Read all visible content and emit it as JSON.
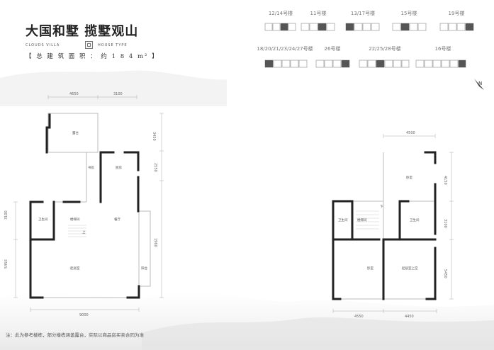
{
  "title": "大国和墅  揽墅观山",
  "subtitle_left": "CLOUDS VILLA",
  "subtitle_right": "HOUSE TYPE",
  "area_text": "【 总 建 筑 面 积 ： 约 1 8 4 m² 】",
  "buildings_row1": [
    "12/14号楼",
    "11号楼",
    "13/17号楼",
    "15号楼",
    "19号楼"
  ],
  "buildings_row2": [
    "18/20/21/23/24/27号楼",
    "26号楼",
    "22/25/28号楼",
    "16号楼"
  ],
  "compass_label": "N",
  "plan_left": {
    "dims_top": [
      "4650",
      "3100"
    ],
    "dims_right": [
      "3450",
      "2550",
      "1960"
    ],
    "dims_left": [
      "3100",
      "5450"
    ],
    "dim_bottom": "9000",
    "rooms": {
      "terrace": "露台",
      "study": "书房",
      "kitchen": "厨房",
      "bath": "卫生间",
      "stair": "楼梯间",
      "dining": "餐厅",
      "up": "上",
      "living": "起居室",
      "balcony": "阳台"
    }
  },
  "plan_right": {
    "dim_top": "4500",
    "dims_right": [
      "4150",
      "3100",
      "5450"
    ],
    "dims_bottom": [
      "4550",
      "4450"
    ],
    "rooms": {
      "bedroom1": "卧室",
      "down": "下",
      "bath_left": "卫生间",
      "stair": "楼梯间",
      "bath_right": "卫生间",
      "bedroom2": "卧室",
      "master": "起居室上空"
    }
  },
  "footnote": "注：此为参考楼栋，部分楼栋涵盖露台，实际以商品房买卖合同为准"
}
